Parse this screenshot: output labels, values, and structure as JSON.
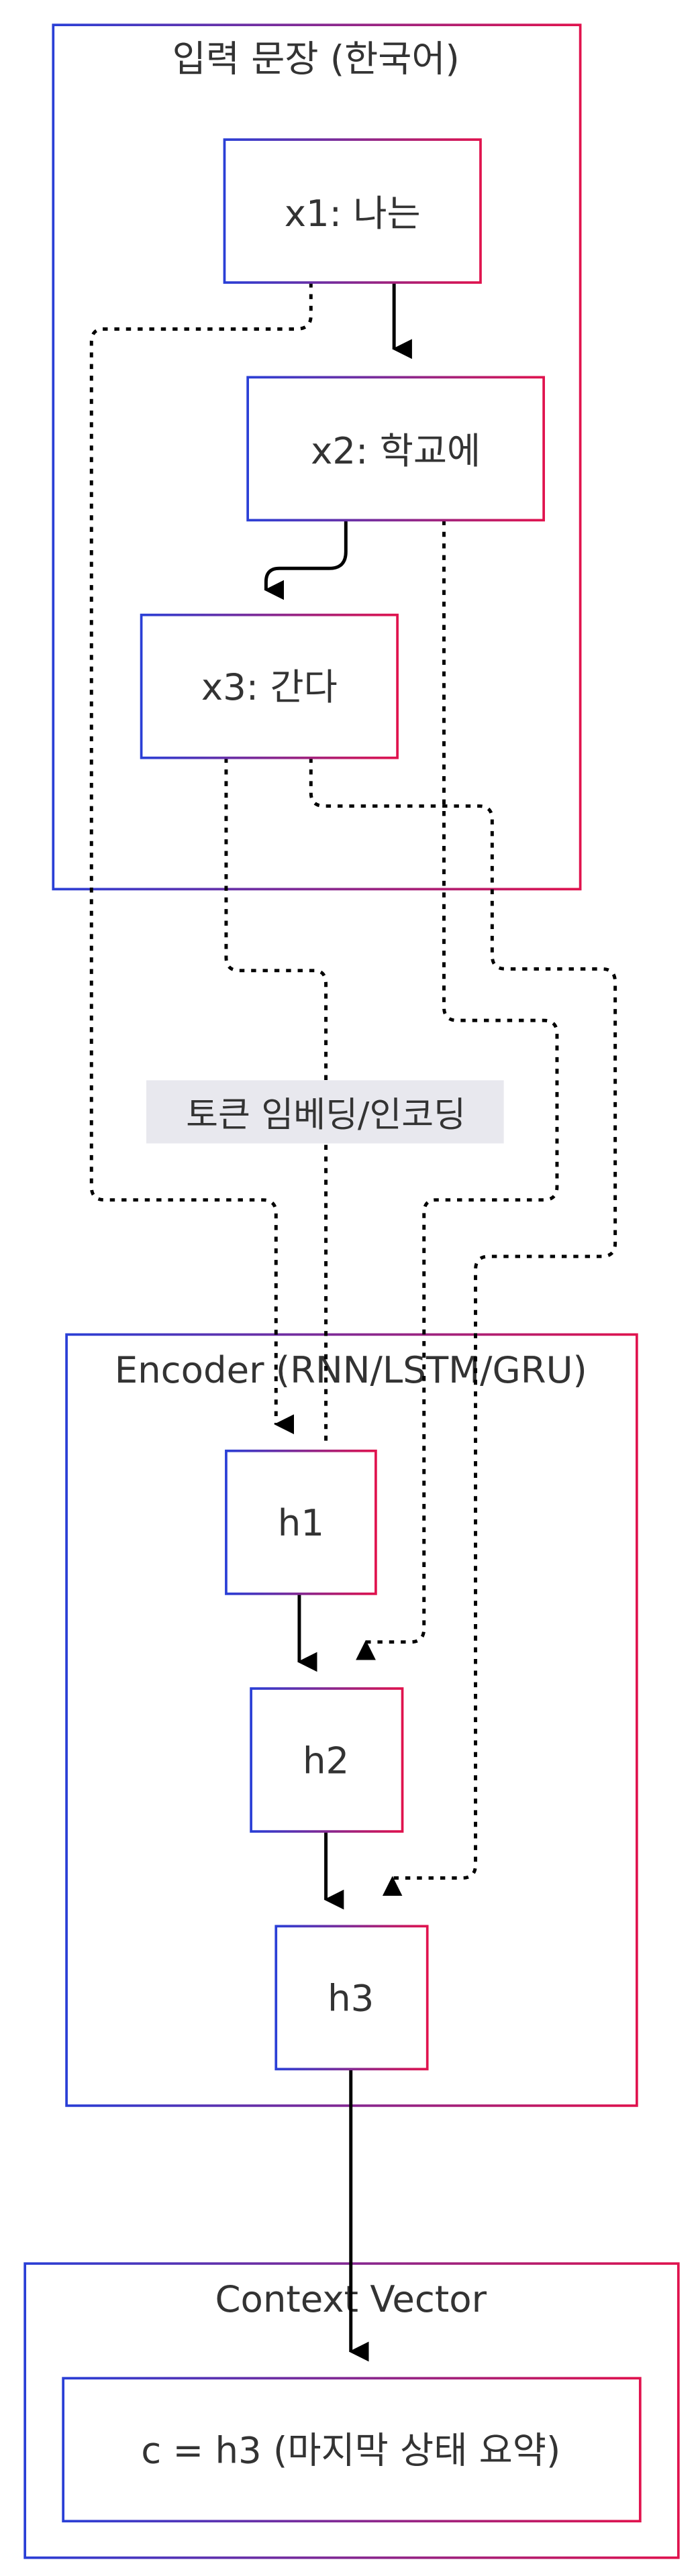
{
  "groups": {
    "input": {
      "title": "입력 문장 (한국어)"
    },
    "encoder": {
      "title": "Encoder (RNN/LSTM/GRU)"
    },
    "context": {
      "title": "Context Vector"
    }
  },
  "nodes": {
    "x1": "x1: 나는",
    "x2": "x2: 학교에",
    "x3": "x3: 간다",
    "h1": "h1",
    "h2": "h2",
    "h3": "h3",
    "c": "c = h3 (마지막 상태 요약)"
  },
  "edge_labels": {
    "embedding": "토큰 임베딩/인코딩"
  },
  "colors": {
    "gradient_start": "#2a3fd6",
    "gradient_end": "#e0134e",
    "edge": "#000000",
    "label_bg": "#e8e8ee"
  }
}
